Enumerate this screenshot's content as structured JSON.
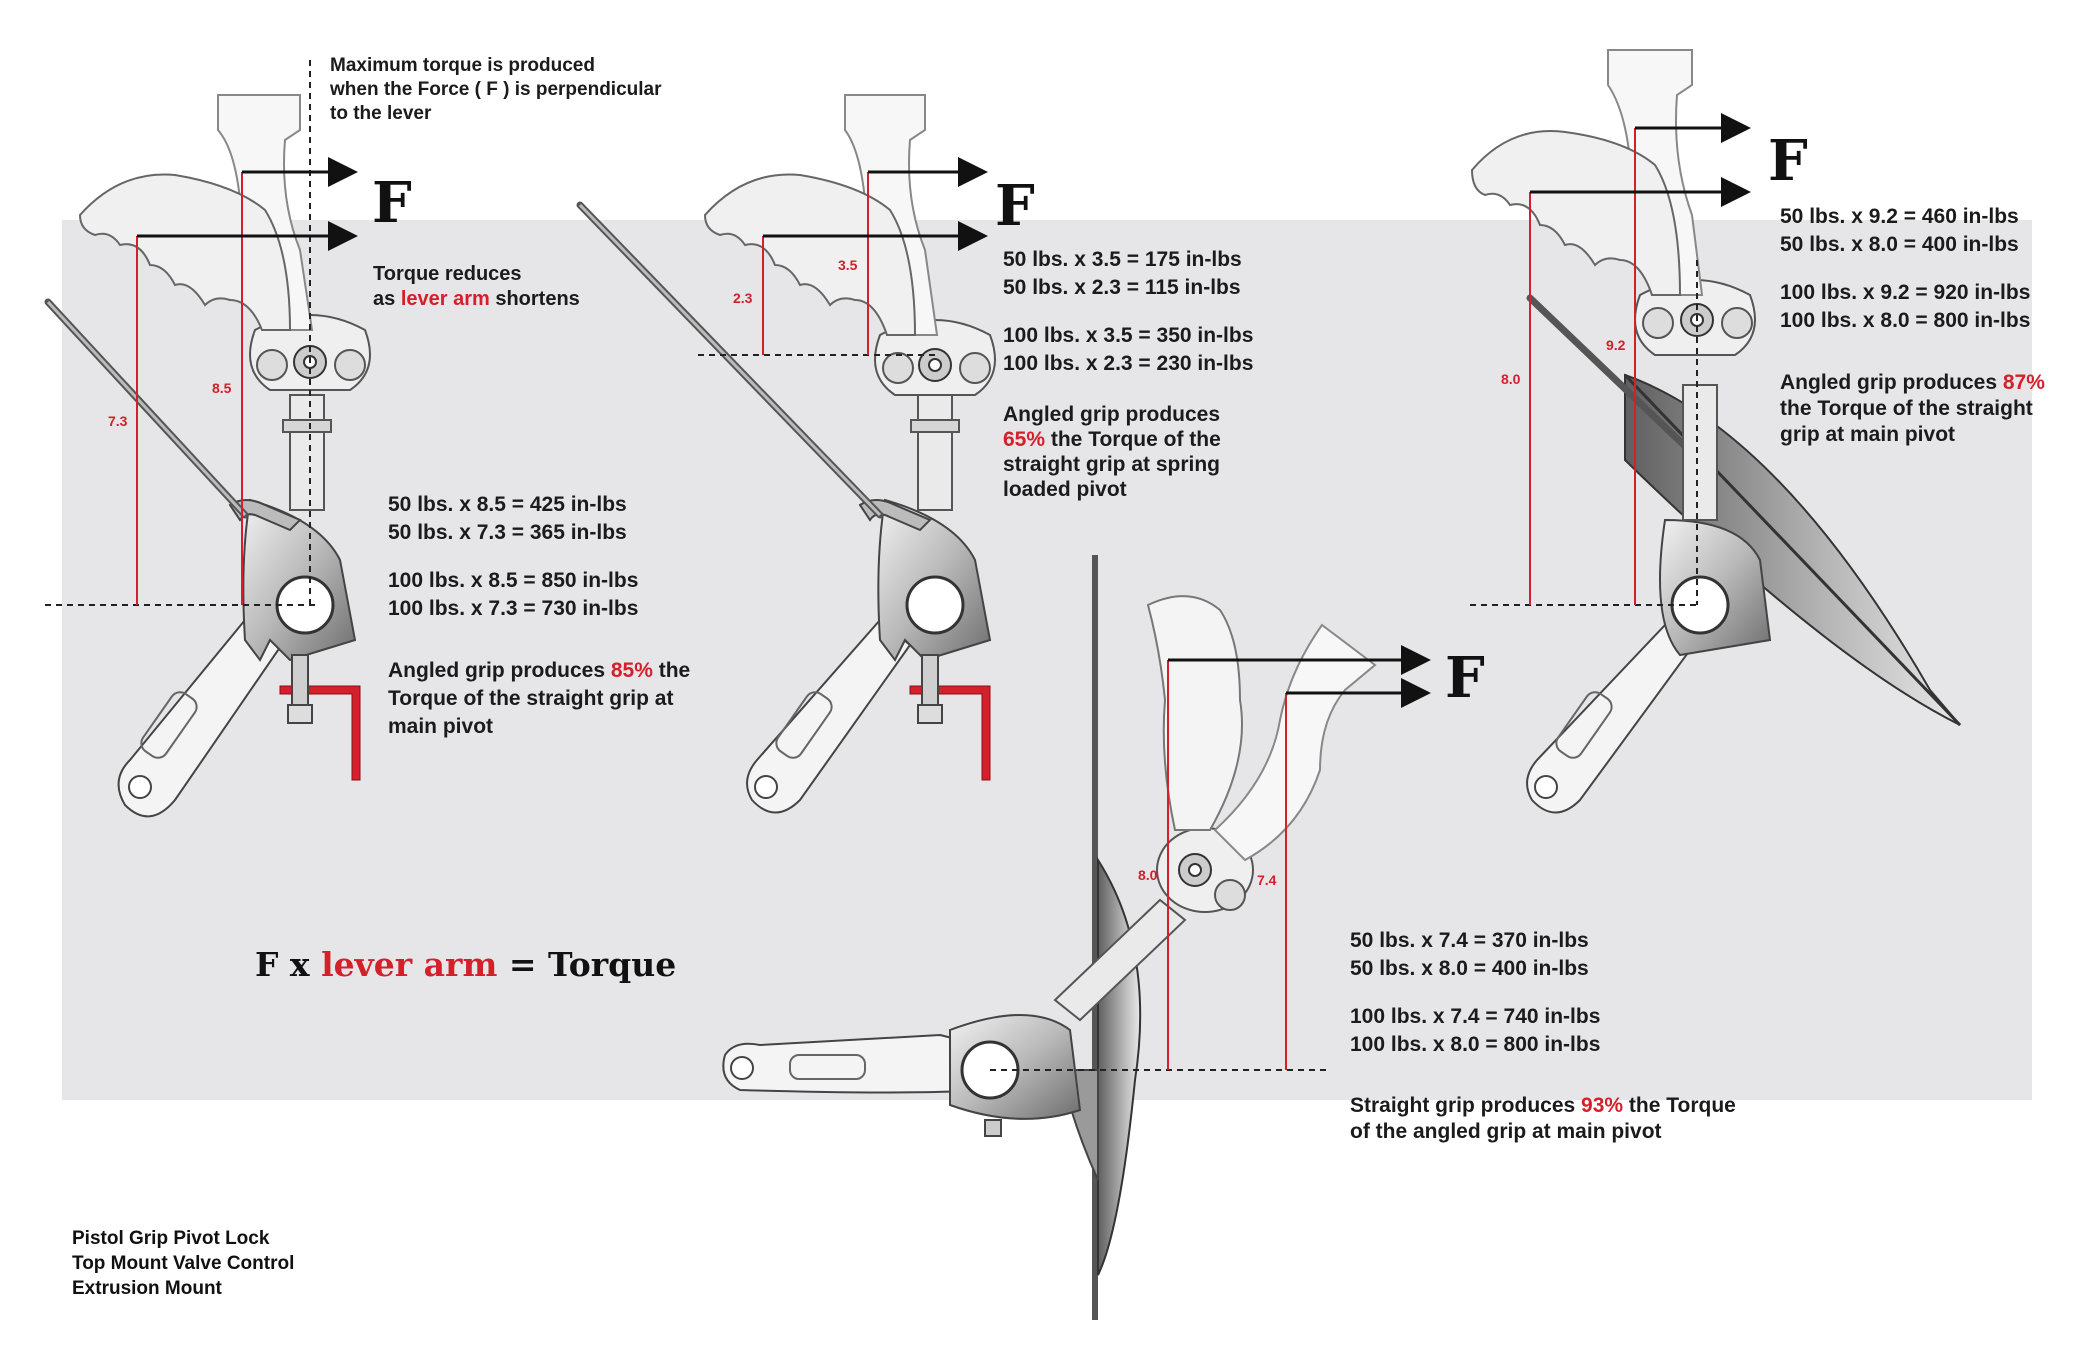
{
  "force_label": "F",
  "colors": {
    "accent": "#d4202a",
    "panel": "#e6e6e8",
    "ink": "#1b1b1b"
  },
  "dimensions": {
    "d1_long": "8.5",
    "d1_short": "7.3",
    "d2_long": "3.5",
    "d2_short": "2.3",
    "d3_long": "9.2",
    "d3_short": "8.0",
    "d4_left": "8.0",
    "d4_right": "7.4"
  },
  "notes": {
    "max_torque": [
      "Maximum torque is produced",
      "when the Force ( F ) is perpendicular",
      "to the lever"
    ],
    "torque_reduces": {
      "line1": "Torque reduces",
      "pre": "as ",
      "highlight": "lever arm",
      "post": " shortens"
    }
  },
  "panel1": {
    "calcs": [
      "50 lbs. x 8.5 = 425 in-lbs",
      "50 lbs. x 7.3 = 365 in-lbs",
      "100 lbs. x 8.5 = 850 in-lbs",
      "100 lbs. x 7.3 = 730 in-lbs"
    ],
    "conclusion": {
      "pre": "Angled grip produces ",
      "pct": "85%",
      "post": " the",
      "line2": "Torque of the straight grip at",
      "line3": "main pivot"
    }
  },
  "panel2": {
    "calcs": [
      "50 lbs. x 3.5 = 175 in-lbs",
      "50 lbs. x 2.3 = 115 in-lbs",
      "100 lbs. x 3.5 = 350 in-lbs",
      "100 lbs. x 2.3 = 230 in-lbs"
    ],
    "conclusion": {
      "line1": "Angled grip produces",
      "pct": "65%",
      "post": " the Torque of the",
      "line3": "straight grip at spring",
      "line4": "loaded pivot"
    }
  },
  "panel3": {
    "calcs": [
      "50 lbs. x 9.2 = 460 in-lbs",
      "50 lbs. x 8.0 = 400 in-lbs",
      "100 lbs. x 9.2 = 920 in-lbs",
      "100 lbs. x 8.0 = 800 in-lbs"
    ],
    "conclusion": {
      "pre": "Angled grip produces ",
      "pct": "87%",
      "line2": "the Torque of the straight",
      "line3": "grip at main pivot"
    }
  },
  "panel4": {
    "calcs": [
      "50 lbs. x 7.4 = 370 in-lbs",
      "50 lbs. x 8.0 = 400 in-lbs",
      "100 lbs. x 7.4 = 740 in-lbs",
      "100 lbs. x 8.0 = 800 in-lbs"
    ],
    "conclusion": {
      "pre": "Straight grip produces ",
      "pct": "93%",
      "post": " the Torque",
      "line2": "of the angled grip at main pivot"
    }
  },
  "formula": {
    "pre": "F x ",
    "highlight": "lever arm",
    "post": " = Torque"
  },
  "footer": [
    "Pistol Grip Pivot Lock",
    "Top Mount Valve Control",
    "Extrusion Mount"
  ]
}
